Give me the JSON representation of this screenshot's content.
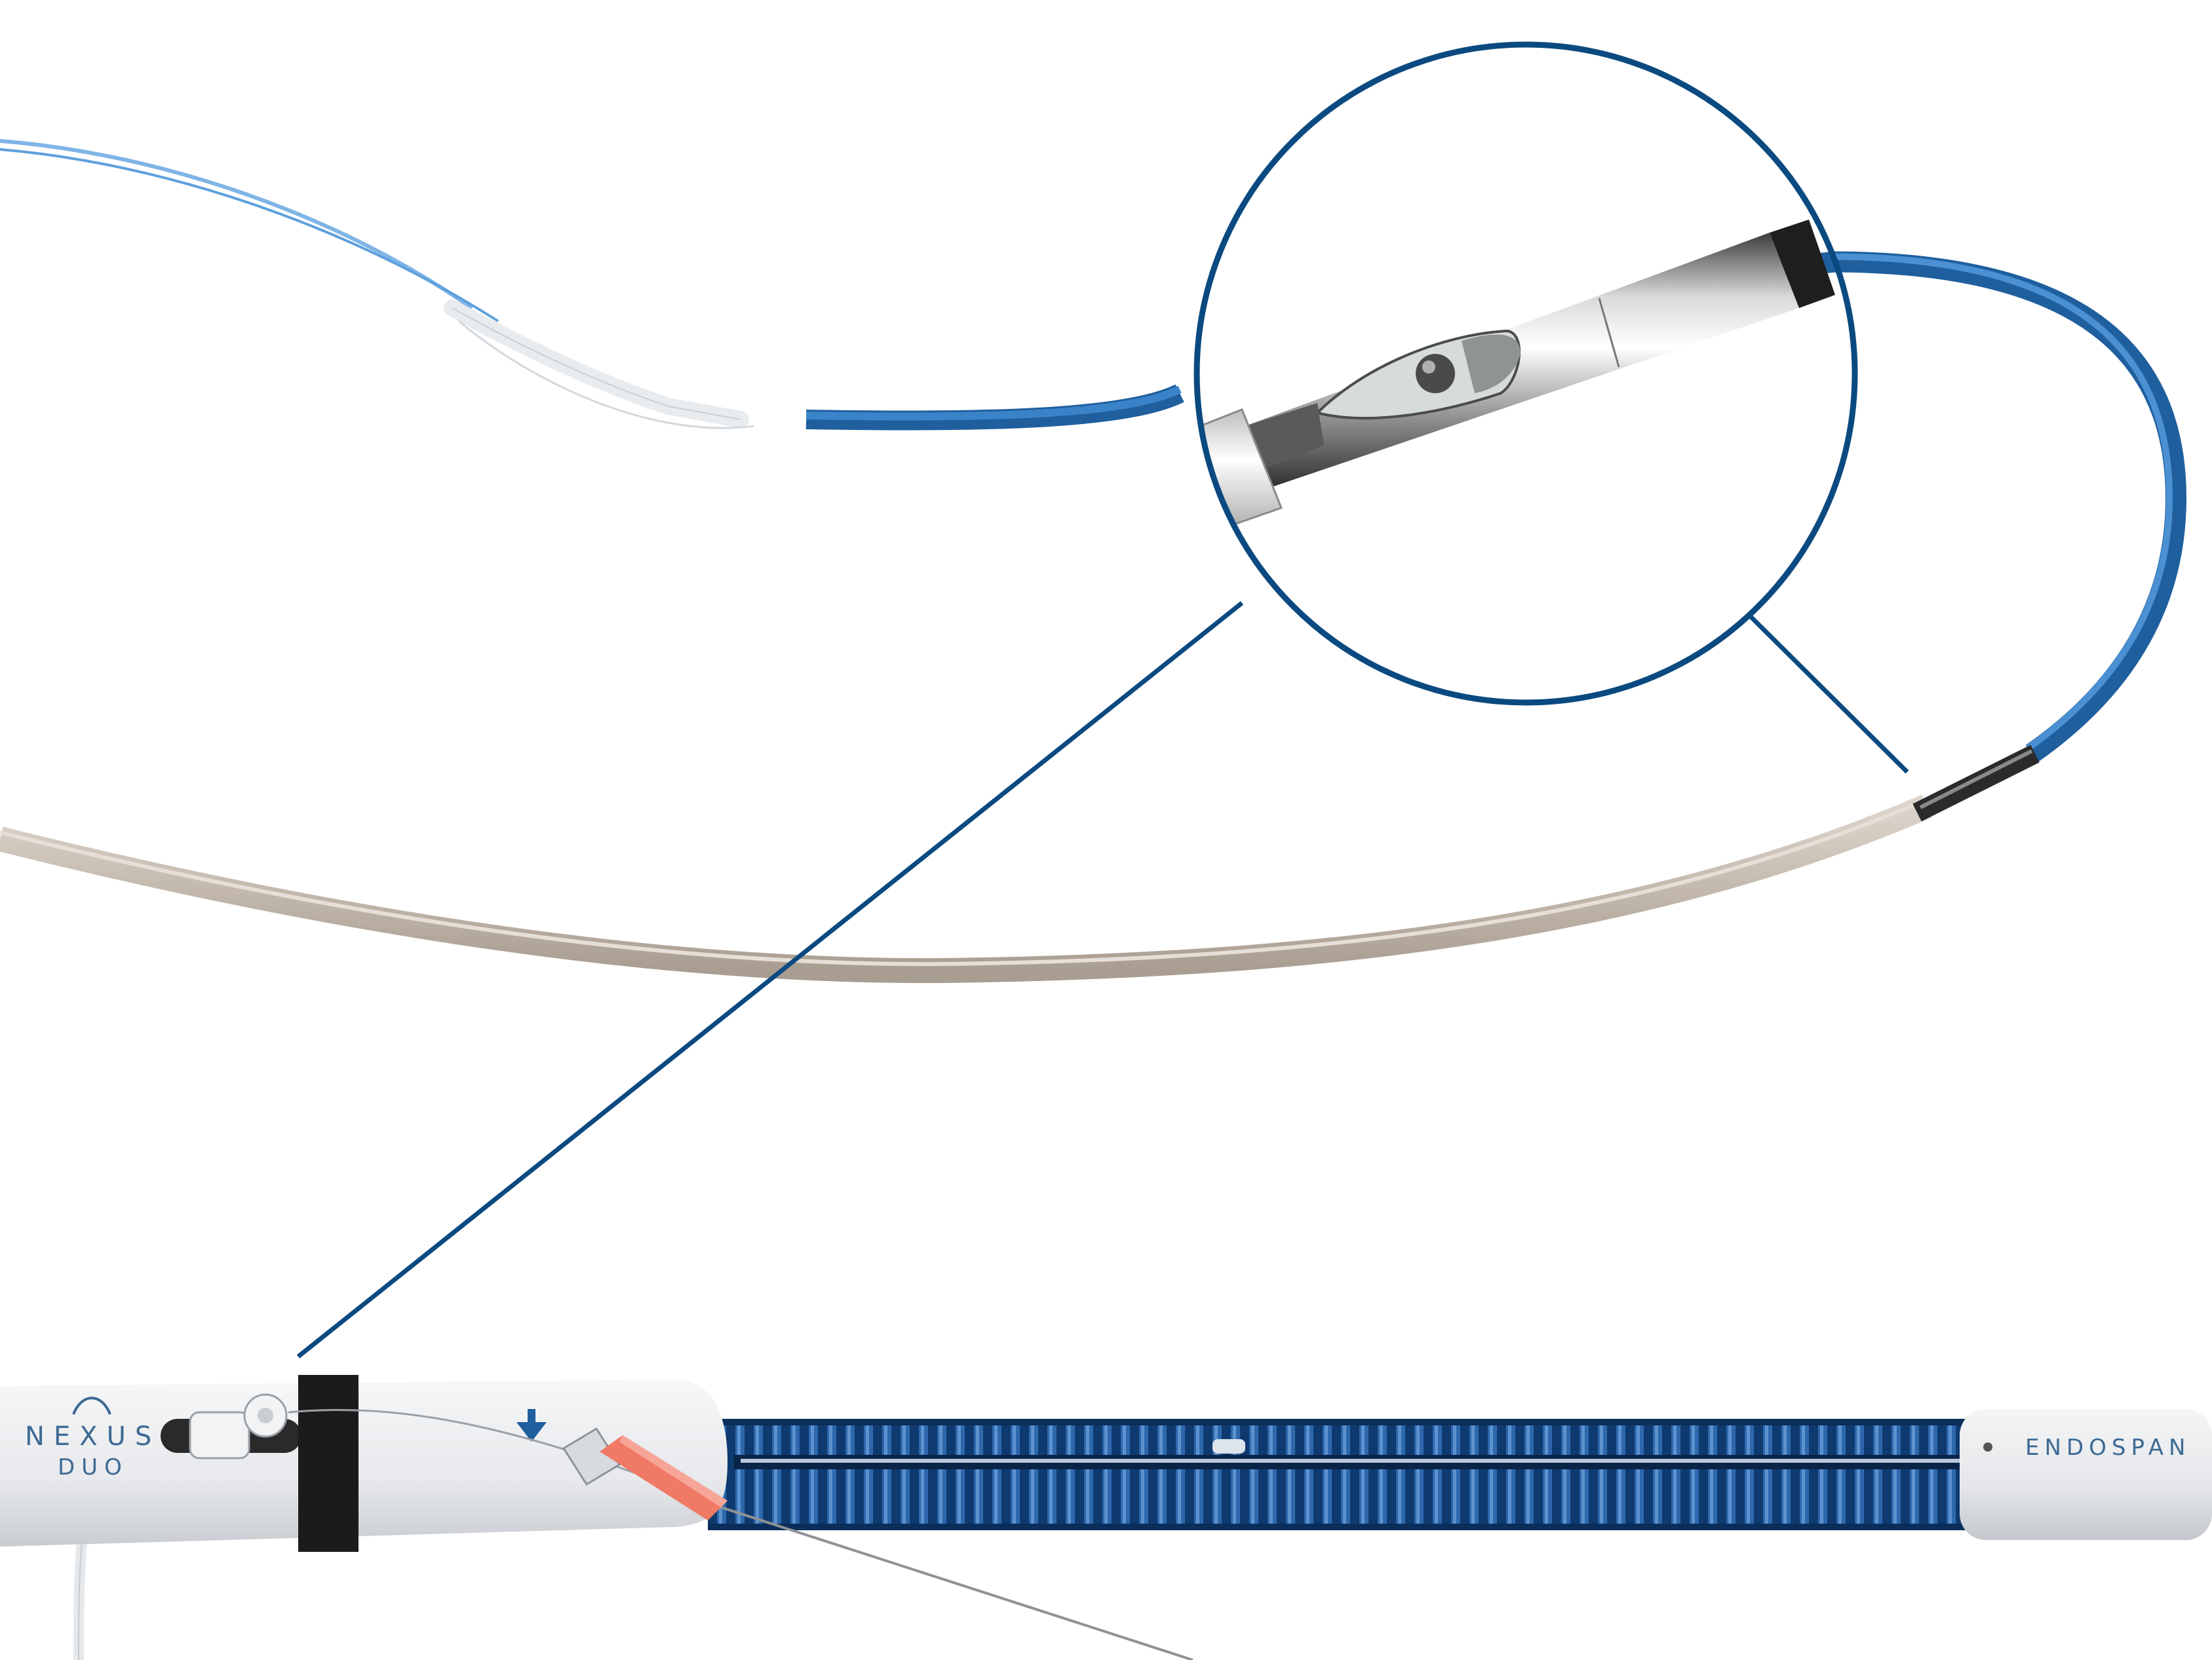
{
  "handle": {
    "brand_top": "NEXUS",
    "brand_bottom": "DUO"
  },
  "sheath": {
    "brand": "ENDOSPAN"
  },
  "colors": {
    "callout": "#0b4a80",
    "catheter_blue": "#2a73b8",
    "tube_beige": "#c9bfb5",
    "handle_white": "#eef0f2",
    "coil_blue": "#123f7a",
    "luer_orange": "#f07a66"
  }
}
